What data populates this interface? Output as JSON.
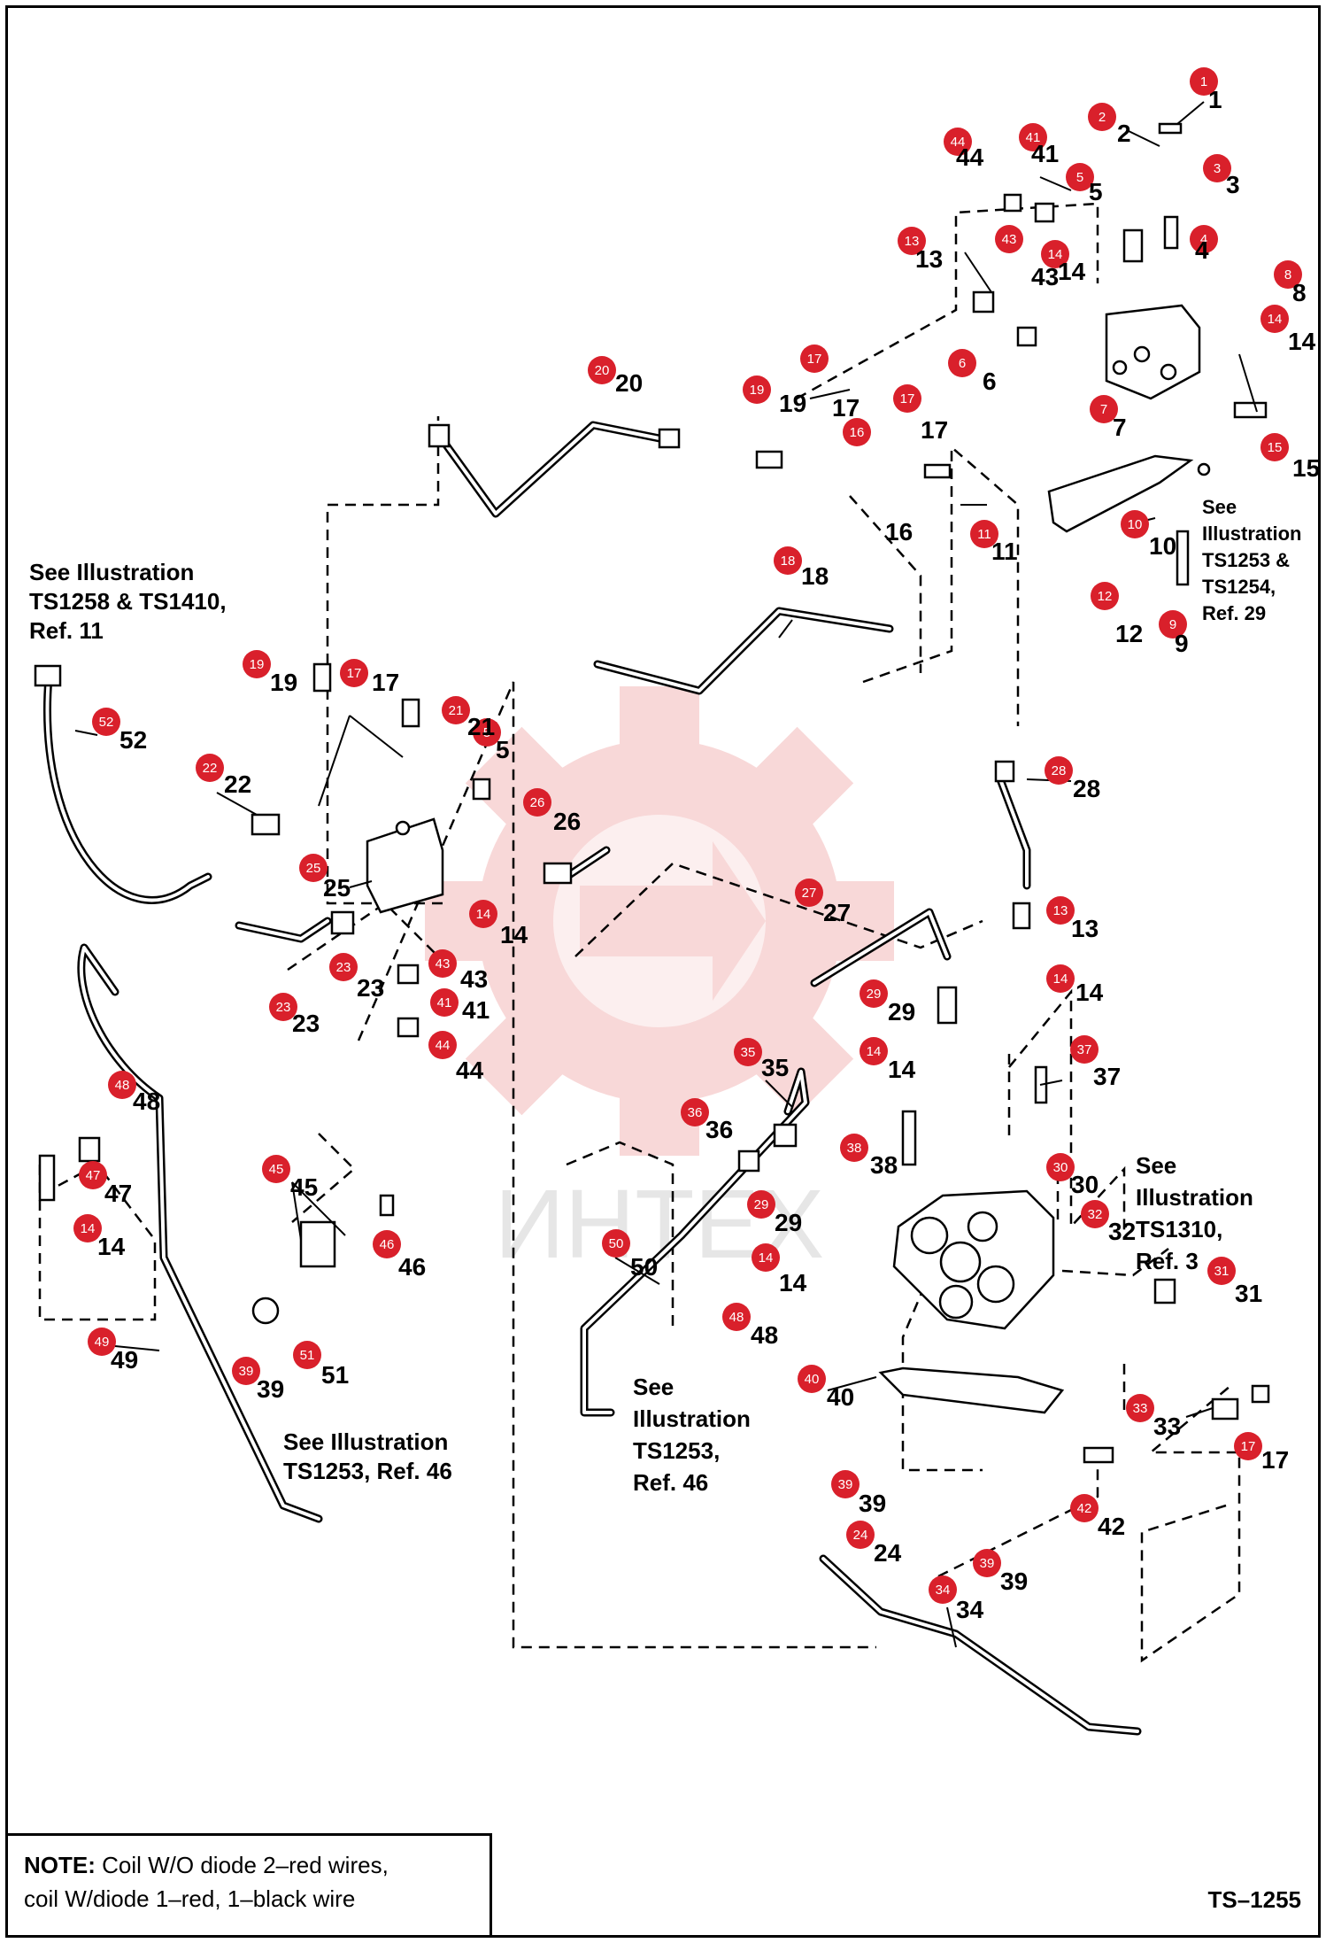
{
  "watermark": {
    "text": "ИНТЕХ",
    "gear_color": "#f3b9b9"
  },
  "badge_color": "#d9202b",
  "references": [
    {
      "id": "ref-ts1258",
      "lines": [
        "See Illustration",
        "TS1258 & TS1410,",
        "Ref. 11"
      ]
    },
    {
      "id": "ref-ts1253-1254",
      "lines": [
        "See",
        "Illustration",
        "TS1253 &",
        "TS1254,",
        "Ref. 29"
      ]
    },
    {
      "id": "ref-ts1310",
      "lines": [
        "See",
        "Illustration",
        "TS1310,",
        "Ref. 3"
      ]
    },
    {
      "id": "ref-ts1253-a",
      "lines": [
        "See Illustration",
        "TS1253, Ref. 46"
      ]
    },
    {
      "id": "ref-ts1253-b",
      "lines": [
        "See",
        "Illustration",
        "TS1253,",
        "Ref. 46"
      ]
    }
  ],
  "callouts": [
    "1",
    "2",
    "3",
    "4",
    "5",
    "8",
    "44",
    "41",
    "43",
    "14",
    "13",
    "14",
    "6",
    "7",
    "15",
    "20",
    "19",
    "17",
    "17",
    "16",
    "11",
    "10",
    "12",
    "9",
    "18",
    "19",
    "17",
    "52",
    "21",
    "5",
    "22",
    "26",
    "25",
    "14",
    "23",
    "43",
    "23",
    "41",
    "44",
    "28",
    "27",
    "13",
    "14",
    "29",
    "14",
    "37",
    "35",
    "36",
    "38",
    "30",
    "32",
    "31",
    "29",
    "50",
    "14",
    "48",
    "40",
    "33",
    "17",
    "39",
    "42",
    "24",
    "39",
    "48",
    "47",
    "14",
    "45",
    "46",
    "51",
    "39",
    "49",
    "34"
  ],
  "note": {
    "label": "NOTE:",
    "line1": " Coil W/O diode 2–red wires,",
    "line2": "coil W/diode 1–red, 1–black wire"
  },
  "drawing_id": "TS–1255"
}
